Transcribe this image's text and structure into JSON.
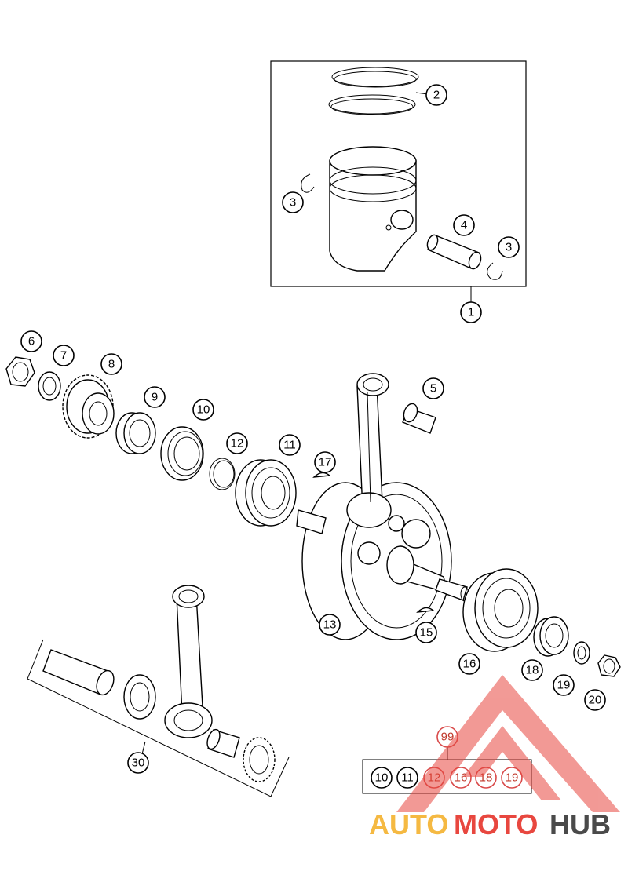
{
  "callouts": {
    "c1": "1",
    "c2": "2",
    "c3a": "3",
    "c3b": "3",
    "c4": "4",
    "c5": "5",
    "c6": "6",
    "c7": "7",
    "c8": "8",
    "c9": "9",
    "c10": "10",
    "c11": "11",
    "c12": "12",
    "c13": "13",
    "c15": "15",
    "c16": "16",
    "c17": "17",
    "c18": "18",
    "c19": "19",
    "c20": "20",
    "c30": "30",
    "c99": "99"
  },
  "kit": {
    "items": [
      "10",
      "11",
      "12",
      "16",
      "18",
      "19"
    ]
  },
  "watermark": {
    "part1": "AUTO",
    "part2": "MOTO",
    "part3": "HUB",
    "colors": {
      "auto": "#f5b942",
      "moto": "#e8473f",
      "hub": "#4a4a4a"
    }
  }
}
